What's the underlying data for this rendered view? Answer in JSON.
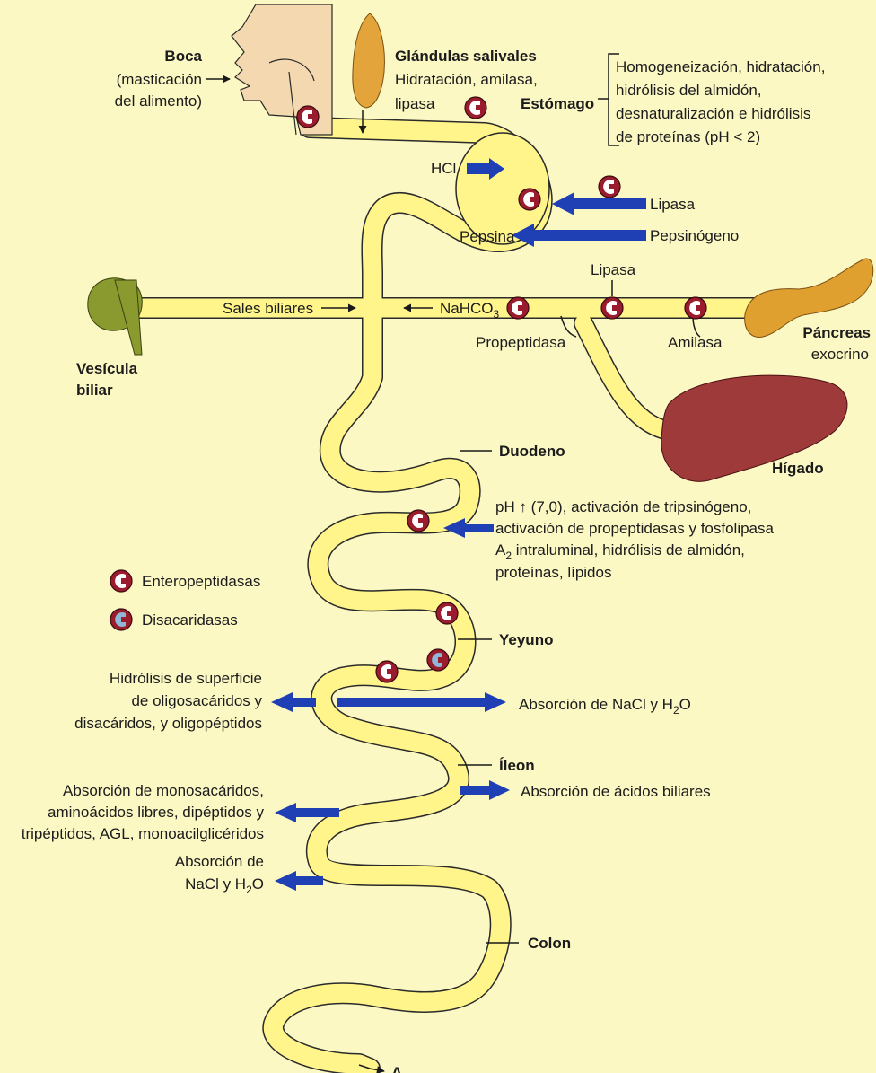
{
  "colors": {
    "background": "#fbf8c4",
    "tube": "#fff58a",
    "arrow": "#1f3fb5",
    "enzyme_red": "#9b1c2c",
    "enzyme_blue": "#8fb8d6",
    "liver": "#9e3a3a",
    "gallbladder": "#8a9a2e",
    "pancreas": "#e0a030",
    "gland": "#e3a43c",
    "face": "#f4d9b0"
  },
  "labels": {
    "boca": "Boca",
    "masticacion_1": "(masticación",
    "masticacion_2": "del alimento)",
    "glandulas": "Glándulas salivales",
    "hidratacion": "Hidratación, amilasa,",
    "lipasa_saliva": "lipasa",
    "estomago": "Estómago",
    "estomago_desc": [
      "Homogeneización, hidratación,",
      "hidrólisis del almidón,",
      "desnaturalización e hidrólisis",
      "de proteínas (pH < 2)"
    ],
    "hcl": "HCl",
    "lipasa_gastrica": "Lipasa",
    "pepsina": "Pepsina",
    "pepsinogeno": "Pepsinógeno",
    "lipasa_pancreas": "Lipasa",
    "sales_biliares": "Sales biliares",
    "nahco3": "NaHCO",
    "nahco3_sub": "3",
    "propeptidasa": "Propeptidasa",
    "amilasa": "Amilasa",
    "pancreas_1": "Páncreas",
    "pancreas_2": "exocrino",
    "vesicula_1": "Vesícula",
    "vesicula_2": "biliar",
    "higado": "Hígado",
    "duodeno": "Duodeno",
    "duodeno_desc_1": "pH ↑ (7,0), activación de tripsinógeno,",
    "duodeno_desc_2": "activación de propeptidasas y fosfolipasa",
    "duodeno_desc_3_a": "A",
    "duodeno_desc_3_sub": "2",
    "duodeno_desc_3_b": " intraluminal, hidrólisis de almidón,",
    "duodeno_desc_4": "proteínas, lípidos",
    "legend_entero": "Enteropeptidasas",
    "legend_disac": "Disacaridasas",
    "yeyuno": "Yeyuno",
    "hidrolisis_1": "Hidrólisis de superficie",
    "hidrolisis_2": "de oligosacáridos y",
    "hidrolisis_3": "disacáridos, y oligopéptidos",
    "absorcion_nacl_a": "Absorción de NaCl y H",
    "absorcion_nacl_sub": "2",
    "absorcion_nacl_b": "O",
    "ileon": "Íleon",
    "acidos_biliares": "Absorción de ácidos biliares",
    "mono_1": "Absorción de monosacáridos,",
    "mono_2": "aminoácidos libres, dipéptidos y",
    "mono_3": "tripéptidos, AGL, monoacilglicéridos",
    "colon_abs_1": "Absorción de",
    "colon_abs_2_a": "NaCl y H",
    "colon_abs_2_sub": "2",
    "colon_abs_2_b": "O",
    "colon": "Colon",
    "ano": "A"
  }
}
